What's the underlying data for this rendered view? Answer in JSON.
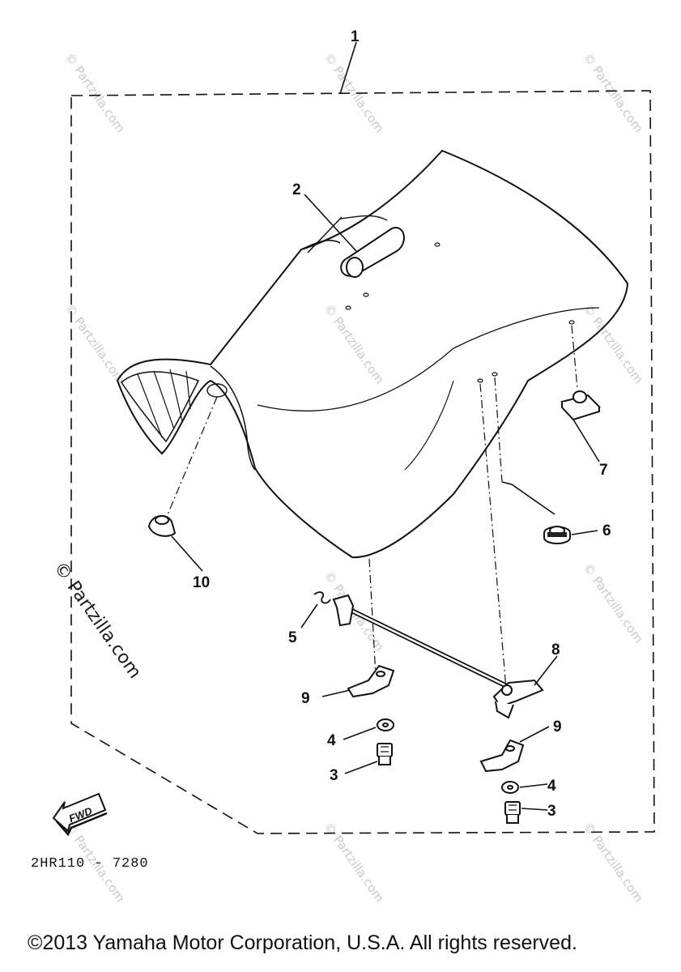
{
  "callouts": {
    "c1": "1",
    "c2": "2",
    "c3a": "3",
    "c3b": "3",
    "c4a": "4",
    "c4b": "4",
    "c5": "5",
    "c6": "6",
    "c7": "7",
    "c8": "8",
    "c9a": "9",
    "c9b": "9",
    "c10": "10"
  },
  "fwd_label": "FWD",
  "diagram_code": "2HR110 - 7280",
  "watermark": "© Partzilla.com",
  "copyright": "©2013  Yamaha Motor Corporation, U.S.A. All rights reserved."
}
